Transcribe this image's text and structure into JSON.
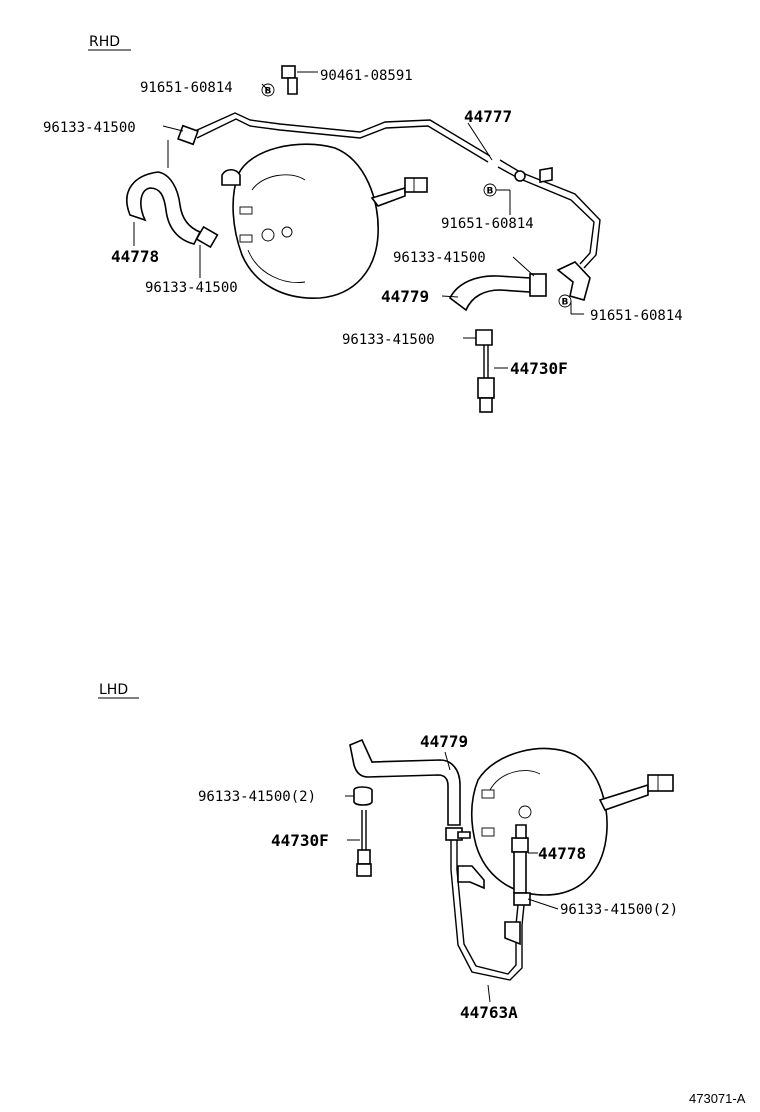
{
  "sections": {
    "rhd": {
      "title": "RHD",
      "labels": {
        "hose_44777": "44777",
        "hose_44778": "44778",
        "hose_44779": "44779",
        "valve_44730F": "44730F",
        "clip_91651_a": "91651-60814",
        "clip_91651_b": "91651-60814",
        "clip_91651_c": "91651-60814",
        "connector_90461": "90461-08591",
        "clamp_96133_a": "96133-41500",
        "clamp_96133_b": "96133-41500",
        "clamp_96133_c": "96133-41500",
        "clamp_96133_d": "96133-41500"
      },
      "b_mark": "B"
    },
    "lhd": {
      "title": "LHD",
      "labels": {
        "hose_44779": "44779",
        "hose_44778": "44778",
        "valve_44730F": "44730F",
        "tube_44763A": "44763A",
        "clamp_96133_a": "96133-41500(2)",
        "clamp_96133_b": "96133-41500(2)"
      }
    }
  },
  "figure_number": "473071-A"
}
